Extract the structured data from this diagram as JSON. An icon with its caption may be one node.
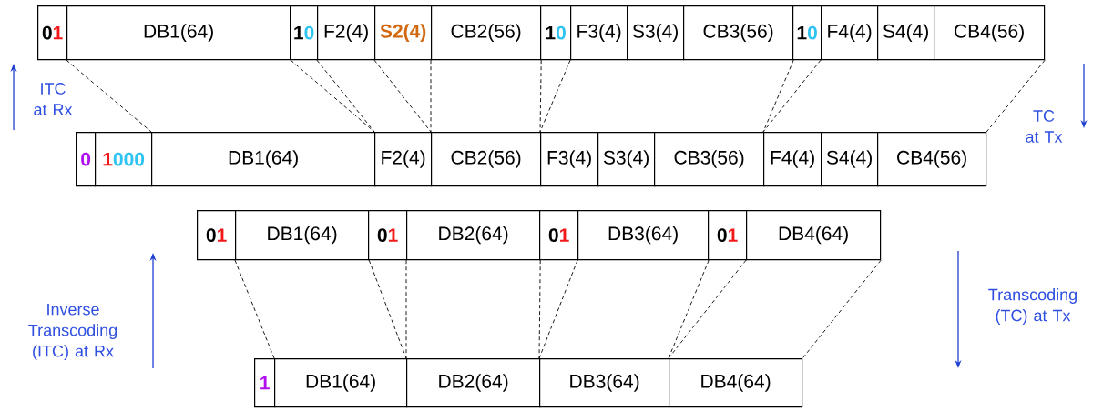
{
  "diagram": {
    "nodes": [
      {
        "text": [
          "0",
          "1"
        ]
      },
      {
        "text": [
          "DB1(64)"
        ]
      },
      {
        "text": [
          "1",
          "0"
        ]
      },
      {
        "text": [
          "F2(4)"
        ]
      },
      {
        "text": [
          "S2(4)"
        ]
      },
      {
        "text": [
          "CB2(56)"
        ]
      },
      {
        "text": [
          "1",
          "0"
        ]
      },
      {
        "text": [
          "F3(4)"
        ]
      },
      {
        "text": [
          "S3(4)"
        ]
      },
      {
        "text": [
          "CB3(56)"
        ]
      },
      {
        "text": [
          "1",
          "0"
        ]
      },
      {
        "text": [
          "F4(4)"
        ]
      },
      {
        "text": [
          "S4(4)"
        ]
      },
      {
        "text": [
          "CB4(56)"
        ]
      },
      {
        "text": [
          "0"
        ]
      },
      {
        "text": [
          "1",
          "000"
        ]
      },
      {
        "text": [
          "DB1(64)"
        ]
      },
      {
        "text": [
          "F2(4)"
        ]
      },
      {
        "text": [
          "CB2(56)"
        ]
      },
      {
        "text": [
          "F3(4)"
        ]
      },
      {
        "text": [
          "S3(4)"
        ]
      },
      {
        "text": [
          "CB3(56)"
        ]
      },
      {
        "text": [
          "F4(4)"
        ]
      },
      {
        "text": [
          "S4(4)"
        ]
      },
      {
        "text": [
          "CB4(56)"
        ]
      },
      {
        "text": [
          "0",
          "1"
        ]
      },
      {
        "text": [
          "DB1(64)"
        ]
      },
      {
        "text": [
          "0",
          "1"
        ]
      },
      {
        "text": [
          "DB2(64)"
        ]
      },
      {
        "text": [
          "0",
          "1"
        ]
      },
      {
        "text": [
          "DB3(64)"
        ]
      },
      {
        "text": [
          "0",
          "1"
        ]
      },
      {
        "text": [
          "DB4(64)"
        ]
      },
      {
        "text": [
          "1"
        ]
      },
      {
        "text": [
          "DB1(64)"
        ]
      },
      {
        "text": [
          "DB2(64)"
        ]
      },
      {
        "text": [
          "DB3(64)"
        ]
      },
      {
        "text": [
          "DB4(64)"
        ]
      }
    ],
    "edges": [
      {
        "from": 1,
        "to": 16,
        "arrow": "none",
        "style": "dashed"
      },
      {
        "from": 1,
        "to": 17,
        "arrow": "none",
        "style": "dashed"
      },
      {
        "from": 3,
        "to": 17,
        "arrow": "none",
        "style": "dashed"
      },
      {
        "from": 4,
        "to": 18,
        "arrow": "none",
        "style": "dashed"
      },
      {
        "from": 5,
        "to": 18,
        "arrow": "none",
        "style": "dashed"
      },
      {
        "from": 5,
        "to": 19,
        "arrow": "none",
        "style": "dashed"
      },
      {
        "from": 7,
        "to": 19,
        "arrow": "none",
        "style": "dashed"
      },
      {
        "from": 9,
        "to": 22,
        "arrow": "none",
        "style": "dashed"
      },
      {
        "from": 11,
        "to": 22,
        "arrow": "none",
        "style": "dashed"
      },
      {
        "from": 13,
        "to": 24,
        "arrow": "none",
        "style": "dashed"
      },
      {
        "from": 26,
        "to": 34,
        "arrow": "none",
        "style": "dashed"
      },
      {
        "from": 26,
        "to": 35,
        "arrow": "none",
        "style": "dashed"
      },
      {
        "from": 28,
        "to": 35,
        "arrow": "none",
        "style": "dashed"
      },
      {
        "from": 28,
        "to": 36,
        "arrow": "none",
        "style": "dashed"
      },
      {
        "from": 30,
        "to": 36,
        "arrow": "none",
        "style": "dashed"
      },
      {
        "from": 30,
        "to": 37,
        "arrow": "none",
        "style": "dashed"
      },
      {
        "from": 32,
        "to": 37,
        "arrow": "none",
        "style": "dashed"
      },
      {
        "from": 32,
        "to": 37,
        "arrow": "none",
        "style": "dashed"
      }
    ],
    "labels": [
      "ITC at Rx",
      "TC at Tx",
      "Inverse Transcoding (ITC) at Rx",
      "Transcoding (TC) at Tx"
    ]
  }
}
